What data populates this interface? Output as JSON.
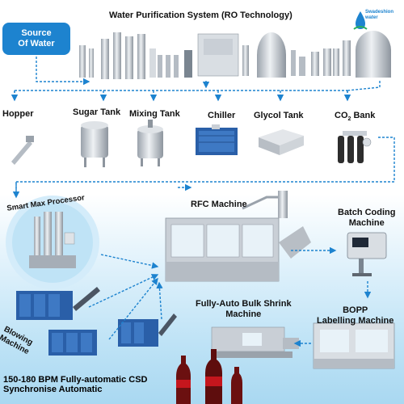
{
  "title": "Water Purification System (RO Technology)",
  "source": {
    "line1": "Source",
    "line2": "Of Water"
  },
  "logo": {
    "line1": "Swadeshion",
    "line2": "water"
  },
  "stations": {
    "hopper": "Hopper",
    "sugar_tank": "Sugar Tank",
    "mixing_tank": "Mixing Tank",
    "chiller": "Chiller",
    "glycol_tank": "Glycol Tank",
    "co2_bank_prefix": "CO",
    "co2_bank_sub": "2",
    "co2_bank_suffix": " Bank"
  },
  "processes": {
    "smart_max": "Smart Max Processor",
    "rfc": "RFC Machine",
    "batch_coding_1": "Batch Coding",
    "batch_coding_2": "Machine",
    "shrink_1": "Fully-Auto Bulk Shrink",
    "shrink_2": "Machine",
    "bopp_1": "BOPP",
    "bopp_2": "Labelling Machine",
    "blowing_1": "Blowing",
    "blowing_2": "Machine"
  },
  "footer": {
    "line1": "150-180 BPM Fully-automatic CSD",
    "line2": "Synchronise Automatic"
  },
  "colors": {
    "flow": "#1d83cf",
    "steel": "#c9cfd6",
    "steel_dark": "#8d959e",
    "blue_machine": "#2a5fa8",
    "bottle_red": "#c5161d"
  }
}
